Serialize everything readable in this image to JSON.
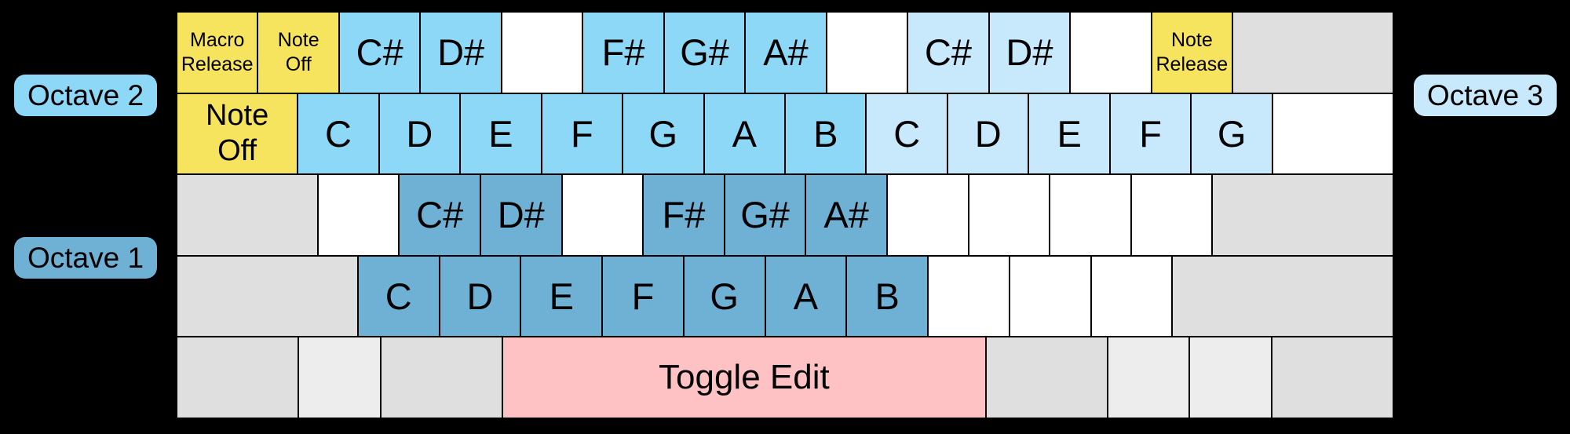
{
  "colors": {
    "background": "#000000",
    "key_border": "#000000",
    "text": "#000000",
    "yellow": "#f7e45e",
    "octave2_blue": "#8dd7f7",
    "octave3_blue": "#c8e9fc",
    "octave1_blue": "#6fb1d4",
    "pink": "#fec2c5",
    "gray": "#dfdfdf",
    "gray_light": "#ededed",
    "white": "#ffffff"
  },
  "badges": {
    "octave2": {
      "label": "Octave 2",
      "color": "octave2_blue"
    },
    "octave1": {
      "label": "Octave 1",
      "color": "octave1_blue"
    },
    "octave3": {
      "label": "Octave 3",
      "color": "octave3_blue"
    }
  },
  "keyboard": {
    "rows": [
      {
        "keys": [
          {
            "id": "backquote",
            "u": 1,
            "color": "yellow",
            "lines": [
              "Macro",
              "Release"
            ],
            "size": "small"
          },
          {
            "id": "1",
            "u": 1,
            "color": "yellow",
            "lines": [
              "Note",
              "Off"
            ],
            "size": "small"
          },
          {
            "id": "2",
            "u": 1,
            "color": "octave2_blue",
            "label": "C#"
          },
          {
            "id": "3",
            "u": 1,
            "color": "octave2_blue",
            "label": "D#"
          },
          {
            "id": "4",
            "u": 1,
            "color": "white"
          },
          {
            "id": "5",
            "u": 1,
            "color": "octave2_blue",
            "label": "F#"
          },
          {
            "id": "6",
            "u": 1,
            "color": "octave2_blue",
            "label": "G#"
          },
          {
            "id": "7",
            "u": 1,
            "color": "octave2_blue",
            "label": "A#"
          },
          {
            "id": "8",
            "u": 1,
            "color": "white"
          },
          {
            "id": "9",
            "u": 1,
            "color": "octave3_blue",
            "label": "C#"
          },
          {
            "id": "0",
            "u": 1,
            "color": "octave3_blue",
            "label": "D#"
          },
          {
            "id": "minus",
            "u": 1,
            "color": "white"
          },
          {
            "id": "equals",
            "u": 1,
            "color": "yellow",
            "lines": [
              "Note",
              "Release"
            ],
            "size": "small"
          },
          {
            "id": "backspace",
            "u": 2,
            "color": "gray"
          }
        ]
      },
      {
        "keys": [
          {
            "id": "tab",
            "u": 1.5,
            "color": "yellow",
            "lines": [
              "Note",
              "Off"
            ],
            "size": "mid"
          },
          {
            "id": "q",
            "u": 1,
            "color": "octave2_blue",
            "label": "C"
          },
          {
            "id": "w",
            "u": 1,
            "color": "octave2_blue",
            "label": "D"
          },
          {
            "id": "e",
            "u": 1,
            "color": "octave2_blue",
            "label": "E"
          },
          {
            "id": "r",
            "u": 1,
            "color": "octave2_blue",
            "label": "F"
          },
          {
            "id": "t",
            "u": 1,
            "color": "octave2_blue",
            "label": "G"
          },
          {
            "id": "y",
            "u": 1,
            "color": "octave2_blue",
            "label": "A"
          },
          {
            "id": "u",
            "u": 1,
            "color": "octave2_blue",
            "label": "B"
          },
          {
            "id": "i",
            "u": 1,
            "color": "octave3_blue",
            "label": "C"
          },
          {
            "id": "o",
            "u": 1,
            "color": "octave3_blue",
            "label": "D"
          },
          {
            "id": "p",
            "u": 1,
            "color": "octave3_blue",
            "label": "E"
          },
          {
            "id": "bracket-left",
            "u": 1,
            "color": "octave3_blue",
            "label": "F"
          },
          {
            "id": "bracket-right",
            "u": 1,
            "color": "octave3_blue",
            "label": "G"
          },
          {
            "id": "backslash",
            "u": 1.5,
            "color": "white"
          }
        ]
      },
      {
        "keys": [
          {
            "id": "caps-lock",
            "u": 1.75,
            "color": "gray"
          },
          {
            "id": "a",
            "u": 1,
            "color": "white"
          },
          {
            "id": "s",
            "u": 1,
            "color": "octave1_blue",
            "label": "C#"
          },
          {
            "id": "d",
            "u": 1,
            "color": "octave1_blue",
            "label": "D#"
          },
          {
            "id": "f",
            "u": 1,
            "color": "white"
          },
          {
            "id": "g",
            "u": 1,
            "color": "octave1_blue",
            "label": "F#"
          },
          {
            "id": "h",
            "u": 1,
            "color": "octave1_blue",
            "label": "G#"
          },
          {
            "id": "j",
            "u": 1,
            "color": "octave1_blue",
            "label": "A#"
          },
          {
            "id": "k",
            "u": 1,
            "color": "white"
          },
          {
            "id": "l",
            "u": 1,
            "color": "white"
          },
          {
            "id": "semicolon",
            "u": 1,
            "color": "white"
          },
          {
            "id": "quote",
            "u": 1,
            "color": "white"
          },
          {
            "id": "enter",
            "u": 2.25,
            "color": "gray"
          }
        ]
      },
      {
        "keys": [
          {
            "id": "shift-left",
            "u": 2.25,
            "color": "gray"
          },
          {
            "id": "z",
            "u": 1,
            "color": "octave1_blue",
            "label": "C"
          },
          {
            "id": "x",
            "u": 1,
            "color": "octave1_blue",
            "label": "D"
          },
          {
            "id": "c",
            "u": 1,
            "color": "octave1_blue",
            "label": "E"
          },
          {
            "id": "v",
            "u": 1,
            "color": "octave1_blue",
            "label": "F"
          },
          {
            "id": "b",
            "u": 1,
            "color": "octave1_blue",
            "label": "G"
          },
          {
            "id": "n",
            "u": 1,
            "color": "octave1_blue",
            "label": "A"
          },
          {
            "id": "m",
            "u": 1,
            "color": "octave1_blue",
            "label": "B"
          },
          {
            "id": "comma",
            "u": 1,
            "color": "white"
          },
          {
            "id": "period",
            "u": 1,
            "color": "white"
          },
          {
            "id": "slash",
            "u": 1,
            "color": "white"
          },
          {
            "id": "shift-right",
            "u": 2.75,
            "color": "gray"
          }
        ]
      },
      {
        "keys": [
          {
            "id": "ctrl-left",
            "u": 1.5,
            "color": "gray"
          },
          {
            "id": "win-left",
            "u": 1,
            "color": "gray_light"
          },
          {
            "id": "alt-left",
            "u": 1.5,
            "color": "gray"
          },
          {
            "id": "space",
            "u": 6,
            "color": "pink",
            "label": "Toggle Edit",
            "size": "toggle"
          },
          {
            "id": "alt-right",
            "u": 1.5,
            "color": "gray"
          },
          {
            "id": "win-right",
            "u": 1,
            "color": "gray_light"
          },
          {
            "id": "menu",
            "u": 1,
            "color": "gray_light"
          },
          {
            "id": "ctrl-right",
            "u": 1.5,
            "color": "gray"
          }
        ]
      }
    ]
  }
}
